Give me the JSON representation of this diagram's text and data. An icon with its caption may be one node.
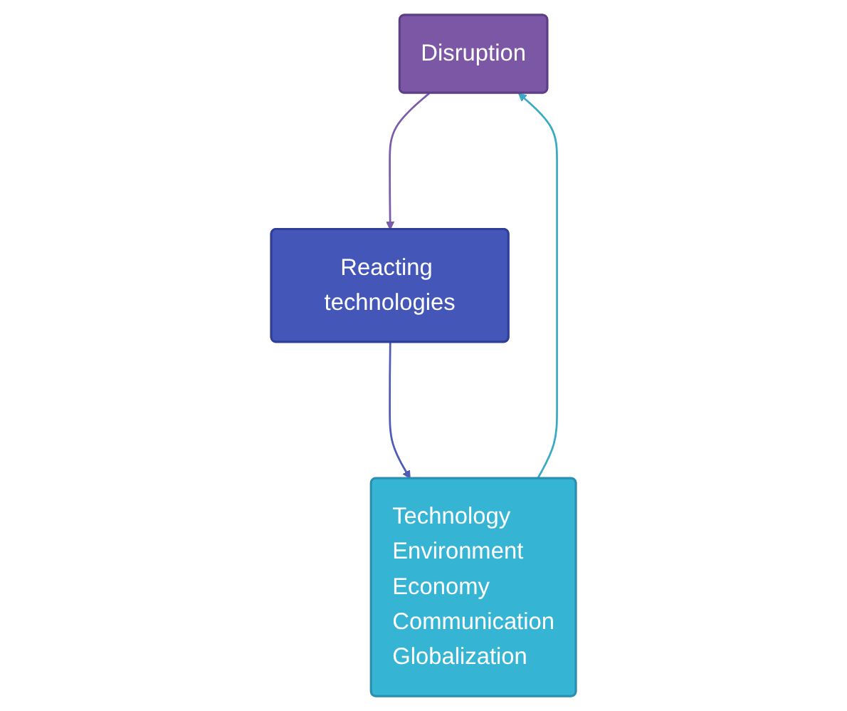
{
  "diagram": {
    "nodes": [
      {
        "text": [
          "Disruption"
        ]
      },
      {
        "text": [
          "Reacting technologies"
        ]
      },
      {
        "text": [
          "Technology",
          "Environment",
          "Economy",
          "Communication",
          "Globalization"
        ]
      }
    ],
    "edges": [
      {
        "from": 0,
        "to": 1,
        "arrow": "to",
        "color": "#7a5ca8"
      },
      {
        "from": 1,
        "to": 2,
        "arrow": "to",
        "color": "#4e5cb5"
      },
      {
        "from": 2,
        "to": 0,
        "arrow": "to",
        "color": "#3aa9c4"
      }
    ]
  }
}
